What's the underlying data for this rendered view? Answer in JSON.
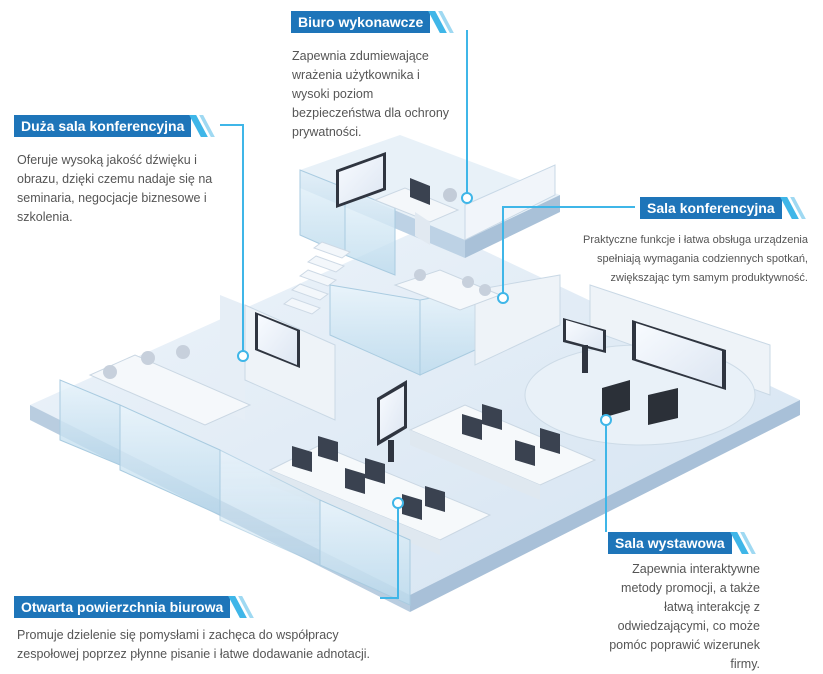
{
  "callouts": {
    "executive": {
      "title": "Biuro wykonawcze",
      "description": "Zapewnia zdumiewające wrażenia użytkownika i wysoki poziom bezpieczeństwa dla ochrony prywatności."
    },
    "large_conference": {
      "title": "Duża sala konferencyjna",
      "description": "Oferuje wysoką jakość dźwięku i obrazu, dzięki czemu nadaje się na seminaria, negocjacje biznesowe i szkolenia."
    },
    "conference": {
      "title": "Sala konferencyjna",
      "description": "Praktyczne funkcje i łatwa obsługa urządzenia spełniają wymagania codziennych spotkań, zwiększając tym samym produktywność."
    },
    "showroom": {
      "title": "Sala wystawowa",
      "description": "Zapewnia interaktywne metody promocji, a także łatwą interakcję z odwiedzającymi, co może pomóc poprawić wizerunek firmy."
    },
    "open_office": {
      "title": "Otwarta powierzchnia biurowa",
      "description": "Promuje dzielenie się pomysłami i zachęca do współpracy zespołowej poprzez płynne pisanie i łatwe dodawanie adnotacji."
    }
  },
  "colors": {
    "label_bg": "#1e75b9",
    "accent": "#3fb6e8",
    "floor": "#dde9f4",
    "glass": "#cfe6f3"
  }
}
